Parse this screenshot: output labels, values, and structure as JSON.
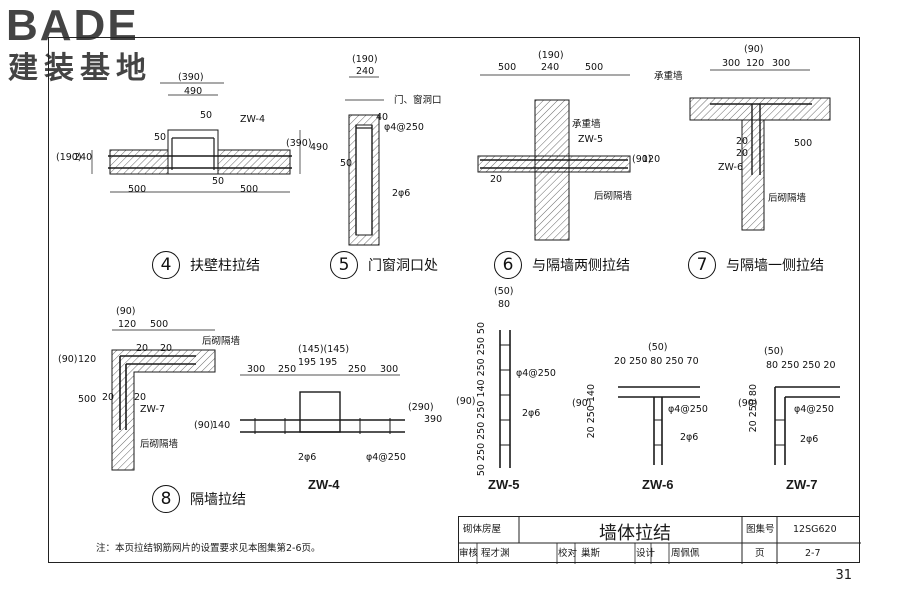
{
  "logo": {
    "main": "BADE",
    "sub": "建装基地"
  },
  "details": [
    {
      "number": "4",
      "title": "扶壁柱拉结"
    },
    {
      "number": "5",
      "title": "门窗洞口处"
    },
    {
      "number": "6",
      "title": "与隔墙两侧拉结"
    },
    {
      "number": "7",
      "title": "与隔墙一侧拉结"
    },
    {
      "number": "8",
      "title": "隔墙拉结"
    }
  ],
  "labels": {
    "d4": {
      "w390": "(390)",
      "w490": "490",
      "tag": "ZW-4",
      "d50a": "50",
      "d50b": "50",
      "d50c": "50",
      "h190": "(190)",
      "h240": "240",
      "h390": "(390)",
      "h490": "490",
      "b500a": "500",
      "b500b": "500"
    },
    "d5": {
      "w190": "(190)",
      "w240": "240",
      "opening": "门、窗洞口",
      "d40": "40",
      "rebar": "φ4@250",
      "d50": "50",
      "bars": "2φ6"
    },
    "d6": {
      "w190": "(190)",
      "w500a": "500",
      "w240": "240",
      "w500b": "500",
      "bearing": "承重墙",
      "tag": "ZW-5",
      "h90": "(90)",
      "h120": "120",
      "d20": "20",
      "partition": "后砌隔墙"
    },
    "d7": {
      "w90": "(90)",
      "w300": "300",
      "w120": "120",
      "w300b": "300",
      "bearing": "承重墙",
      "d20a": "20",
      "d20b": "20",
      "tag": "ZW-6",
      "h500": "500",
      "partition": "后砌隔墙"
    },
    "d8": {
      "w90": "(90)",
      "w120": "120",
      "w500": "500",
      "partition_top": "后砌隔墙",
      "d20a": "20",
      "d20b": "20",
      "h90": "(90)",
      "h120": "120",
      "h500": "500",
      "d20c": "20",
      "d20d": "20",
      "tag": "ZW-7",
      "partition_bottom": "后砌隔墙"
    },
    "zw4": {
      "w145": "(145)(145)",
      "w195": "195 195",
      "w300a": "300",
      "w250a": "250",
      "w250b": "250",
      "w300b": "300",
      "h90": "(90)",
      "h140": "140",
      "h290": "(290)",
      "h390": "390",
      "bars": "2φ6",
      "rebar": "φ4@250",
      "name": "ZW-4"
    },
    "zw5": {
      "w50": "(50)",
      "w80": "80",
      "h_left": "50 250 250 250 140 250 250 50",
      "h90": "(90)",
      "rebar": "φ4@250",
      "bars": "2φ6",
      "name": "ZW-5"
    },
    "zw6": {
      "w50": "(50)",
      "top": "20 250 80 250 70",
      "h90": "(90)",
      "h_left": "20 250 140",
      "rebar": "φ4@250",
      "bars": "2φ6",
      "name": "ZW-6"
    },
    "zw7": {
      "w50": "(50)",
      "top": "80 250  250 20",
      "h90": "(90)",
      "h_left": "20 250 80",
      "rebar": "φ4@250",
      "bars": "2φ6",
      "name": "ZW-7"
    }
  },
  "note": "注：本页拉结钢筋网片的设置要求见本图集第2-6页。",
  "title_block": {
    "category": "砌体房屋",
    "title": "墙体拉结",
    "atlas_label": "图集号",
    "atlas_no": "12SG620",
    "review_label": "审核",
    "reviewer": "程才渊",
    "check_label": "校对",
    "checker": "巢斯",
    "design_label": "设计",
    "designer": "周佩佩",
    "page_label": "页",
    "page": "2-7"
  },
  "page_number": "31",
  "colors": {
    "line": "#1a1a1a",
    "hatch": "#444444",
    "logo": "#444444"
  }
}
